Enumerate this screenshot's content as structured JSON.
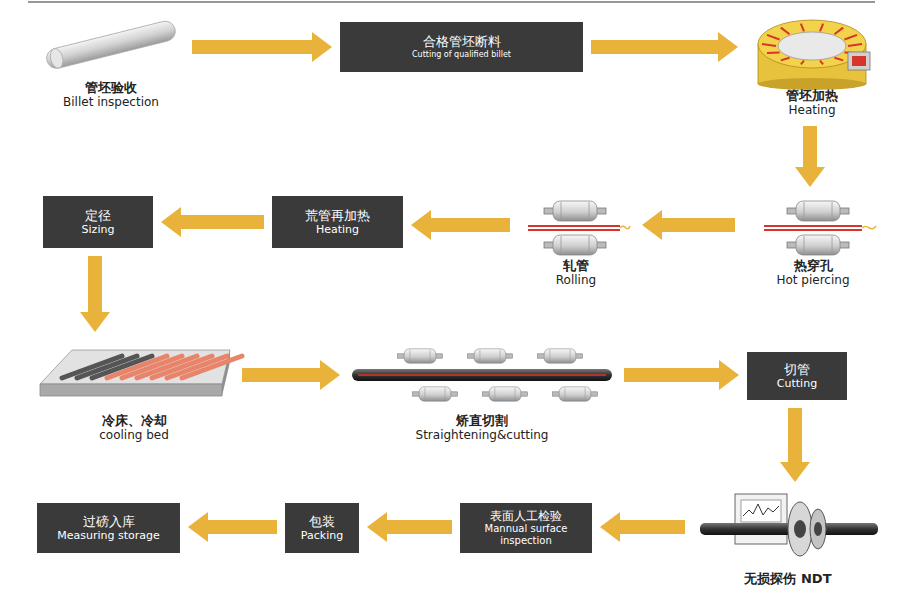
{
  "diagram": {
    "nodes": [
      {
        "text": [
          "管坯验收",
          "Billet inspection"
        ]
      },
      {
        "text": [
          "合格管坯断料",
          "Cutting of qualified billet"
        ]
      },
      {
        "text": [
          "管坯加热",
          "Heating"
        ]
      },
      {
        "text": [
          "热穿孔",
          "Hot piercing"
        ]
      },
      {
        "text": [
          "轧管",
          "Rolling"
        ]
      },
      {
        "text": [
          "荒管再加热",
          "Heating"
        ]
      },
      {
        "text": [
          "定径",
          "Sizing"
        ]
      },
      {
        "text": [
          "冷床、冷却",
          "cooling bed"
        ]
      },
      {
        "text": [
          "矫直切割",
          "Straightening&cutting"
        ]
      },
      {
        "text": [
          "切管",
          "Cutting"
        ]
      },
      {
        "text": [
          "无损探伤 NDT"
        ]
      },
      {
        "text": [
          "表面人工检验",
          "Mannual surface inspection"
        ]
      },
      {
        "text": [
          "包装",
          "Packing"
        ]
      },
      {
        "text": [
          "过磅入库",
          "Measuring storage"
        ]
      }
    ],
    "edges": [
      {
        "from": 0,
        "to": 1,
        "arrow": "to"
      },
      {
        "from": 1,
        "to": 2,
        "arrow": "to"
      },
      {
        "from": 2,
        "to": 3,
        "arrow": "to"
      },
      {
        "from": 3,
        "to": 4,
        "arrow": "to"
      },
      {
        "from": 4,
        "to": 5,
        "arrow": "to"
      },
      {
        "from": 5,
        "to": 6,
        "arrow": "to"
      },
      {
        "from": 6,
        "to": 7,
        "arrow": "to"
      },
      {
        "from": 7,
        "to": 8,
        "arrow": "to"
      },
      {
        "from": 8,
        "to": 9,
        "arrow": "to"
      },
      {
        "from": 9,
        "to": 10,
        "arrow": "to"
      },
      {
        "from": 10,
        "to": 11,
        "arrow": "to"
      },
      {
        "from": 11,
        "to": 12,
        "arrow": "to"
      },
      {
        "from": 12,
        "to": 13,
        "arrow": "to"
      }
    ]
  }
}
